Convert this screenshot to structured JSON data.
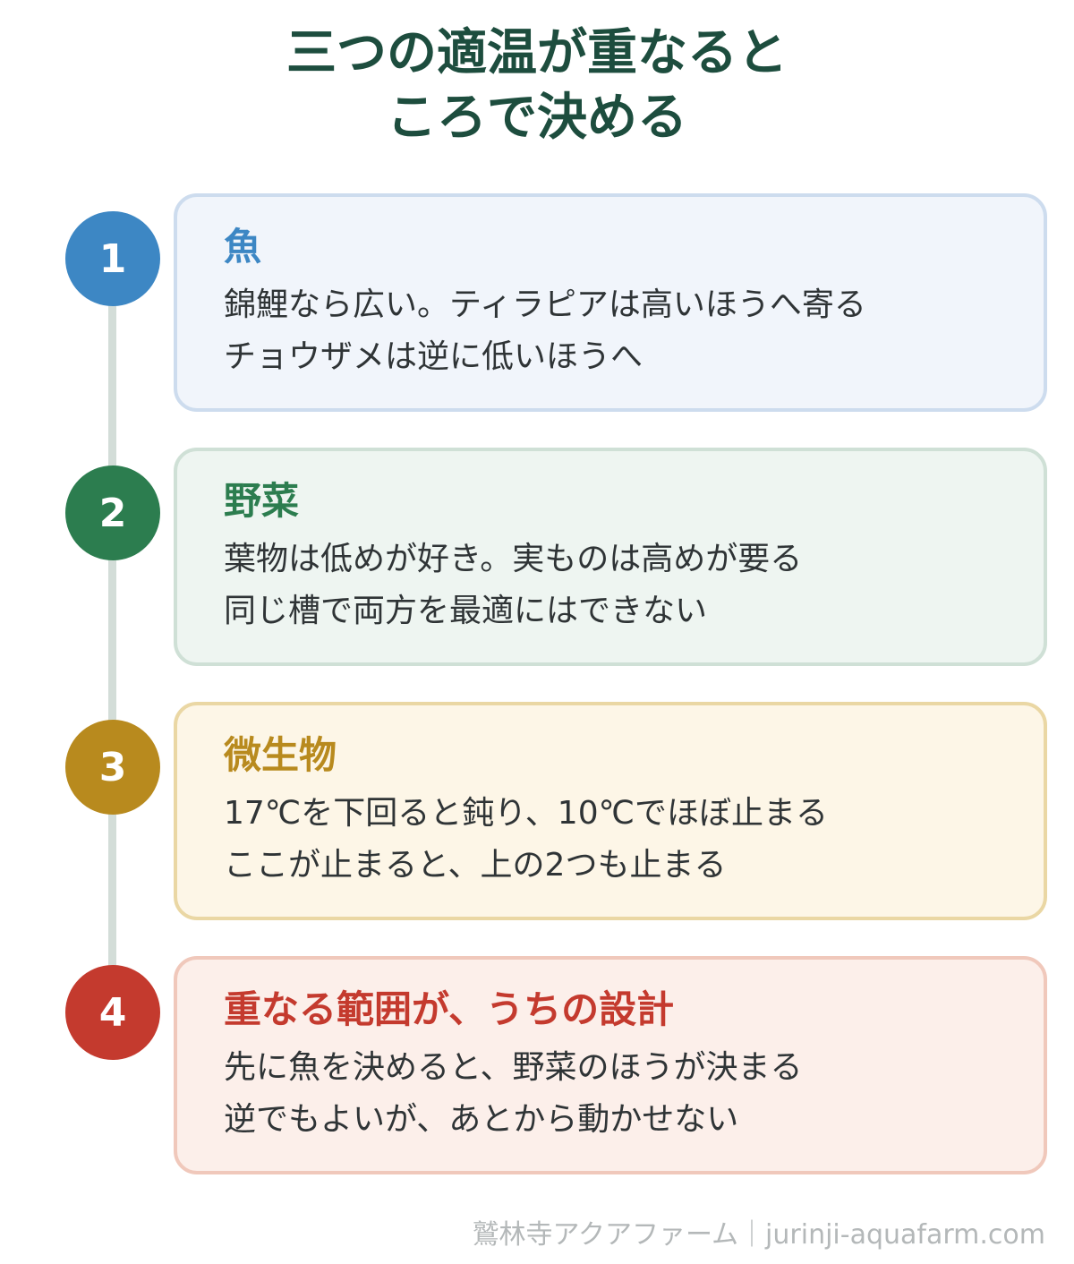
{
  "title": {
    "line1": "三つの適温が重なると",
    "line2": "ころで決める"
  },
  "steps": [
    {
      "number": "1",
      "heading": "魚",
      "lines": [
        "錦鯉なら広い。ティラピアは高いほうへ寄る",
        "チョウザメは逆に低いほうへ"
      ],
      "accent": "#3d87c4",
      "card_bg": "#f1f5fb",
      "card_border": "#cddcee"
    },
    {
      "number": "2",
      "heading": "野菜",
      "lines": [
        "葉物は低めが好き。実ものは高めが要る",
        "同じ槽で両方を最適にはできない"
      ],
      "accent": "#2c7d4f",
      "card_bg": "#eef5f1",
      "card_border": "#cfe0d6"
    },
    {
      "number": "3",
      "heading": "微生物",
      "lines": [
        "17℃を下回ると鈍り、10℃でほぼ止まる",
        "ここが止まると、上の2つも止まる"
      ],
      "accent": "#b88a1e",
      "card_bg": "#fdf6e7",
      "card_border": "#ead7a4"
    },
    {
      "number": "4",
      "heading": "重なる範囲が、うちの設計",
      "lines": [
        "先に魚を決めると、野菜のほうが決まる",
        "逆でもよいが、あとから動かせない"
      ],
      "accent": "#c43a2e",
      "card_bg": "#fcefea",
      "card_border": "#f0c8bb"
    }
  ],
  "footer": "鷲林寺アクアファーム｜jurinji-aquafarm.com"
}
